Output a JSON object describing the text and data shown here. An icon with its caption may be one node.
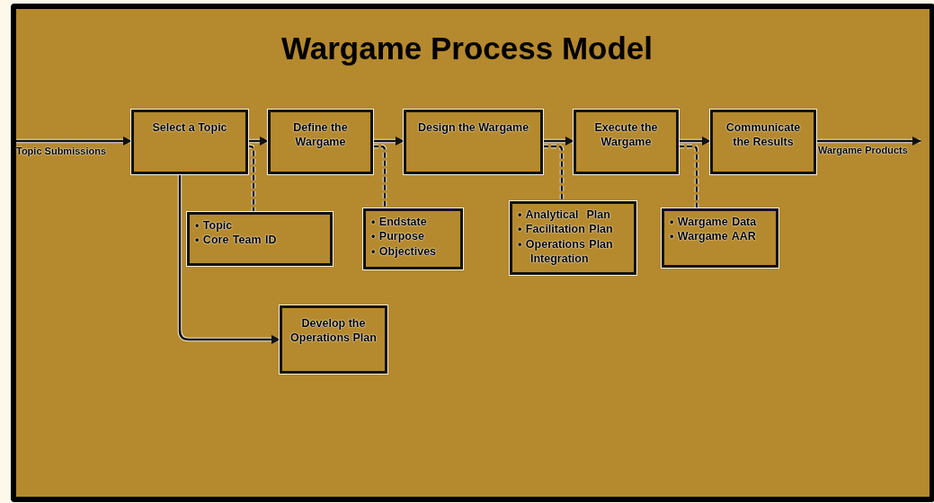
{
  "diagram": {
    "title": "Wargame Process Model",
    "nodes": [
      {
        "text": [
          "Topic Submissions"
        ]
      },
      {
        "text": [
          "Select a Topic"
        ]
      },
      {
        "text": [
          "Define the Wargame"
        ]
      },
      {
        "text": [
          "Design the Wargame"
        ]
      },
      {
        "text": [
          "Execute the Wargame"
        ]
      },
      {
        "text": [
          "Communicate the Results"
        ]
      },
      {
        "text": [
          "Wargame Products"
        ]
      },
      {
        "text": [
          "• Topic",
          "• Core Team ID"
        ]
      },
      {
        "text": [
          "• Endstate",
          "• Purpose",
          "• Objectives"
        ]
      },
      {
        "text": [
          "• Analytical  Plan",
          "• Facilitation Plan",
          "• Operations Plan Integration"
        ]
      },
      {
        "text": [
          "• Wargame Data",
          "• Wargame AAR"
        ]
      },
      {
        "text": [
          "Develop the Operations Plan"
        ]
      }
    ],
    "edges": [
      {
        "from": 0,
        "to": 1,
        "arrow": "to"
      },
      {
        "from": 1,
        "to": 2,
        "arrow": "to"
      },
      {
        "from": 2,
        "to": 3,
        "arrow": "to"
      },
      {
        "from": 3,
        "to": 4,
        "arrow": "to"
      },
      {
        "from": 4,
        "to": 5,
        "arrow": "to"
      },
      {
        "from": 5,
        "to": 6,
        "arrow": "to"
      },
      {
        "from": 1,
        "to": 7,
        "arrow": "none",
        "style": "dashed"
      },
      {
        "from": 2,
        "to": 8,
        "arrow": "none",
        "style": "dashed"
      },
      {
        "from": 3,
        "to": 9,
        "arrow": "none",
        "style": "dashed"
      },
      {
        "from": 4,
        "to": 10,
        "arrow": "none",
        "style": "dashed"
      },
      {
        "from": 1,
        "to": 11,
        "arrow": "to"
      }
    ]
  }
}
